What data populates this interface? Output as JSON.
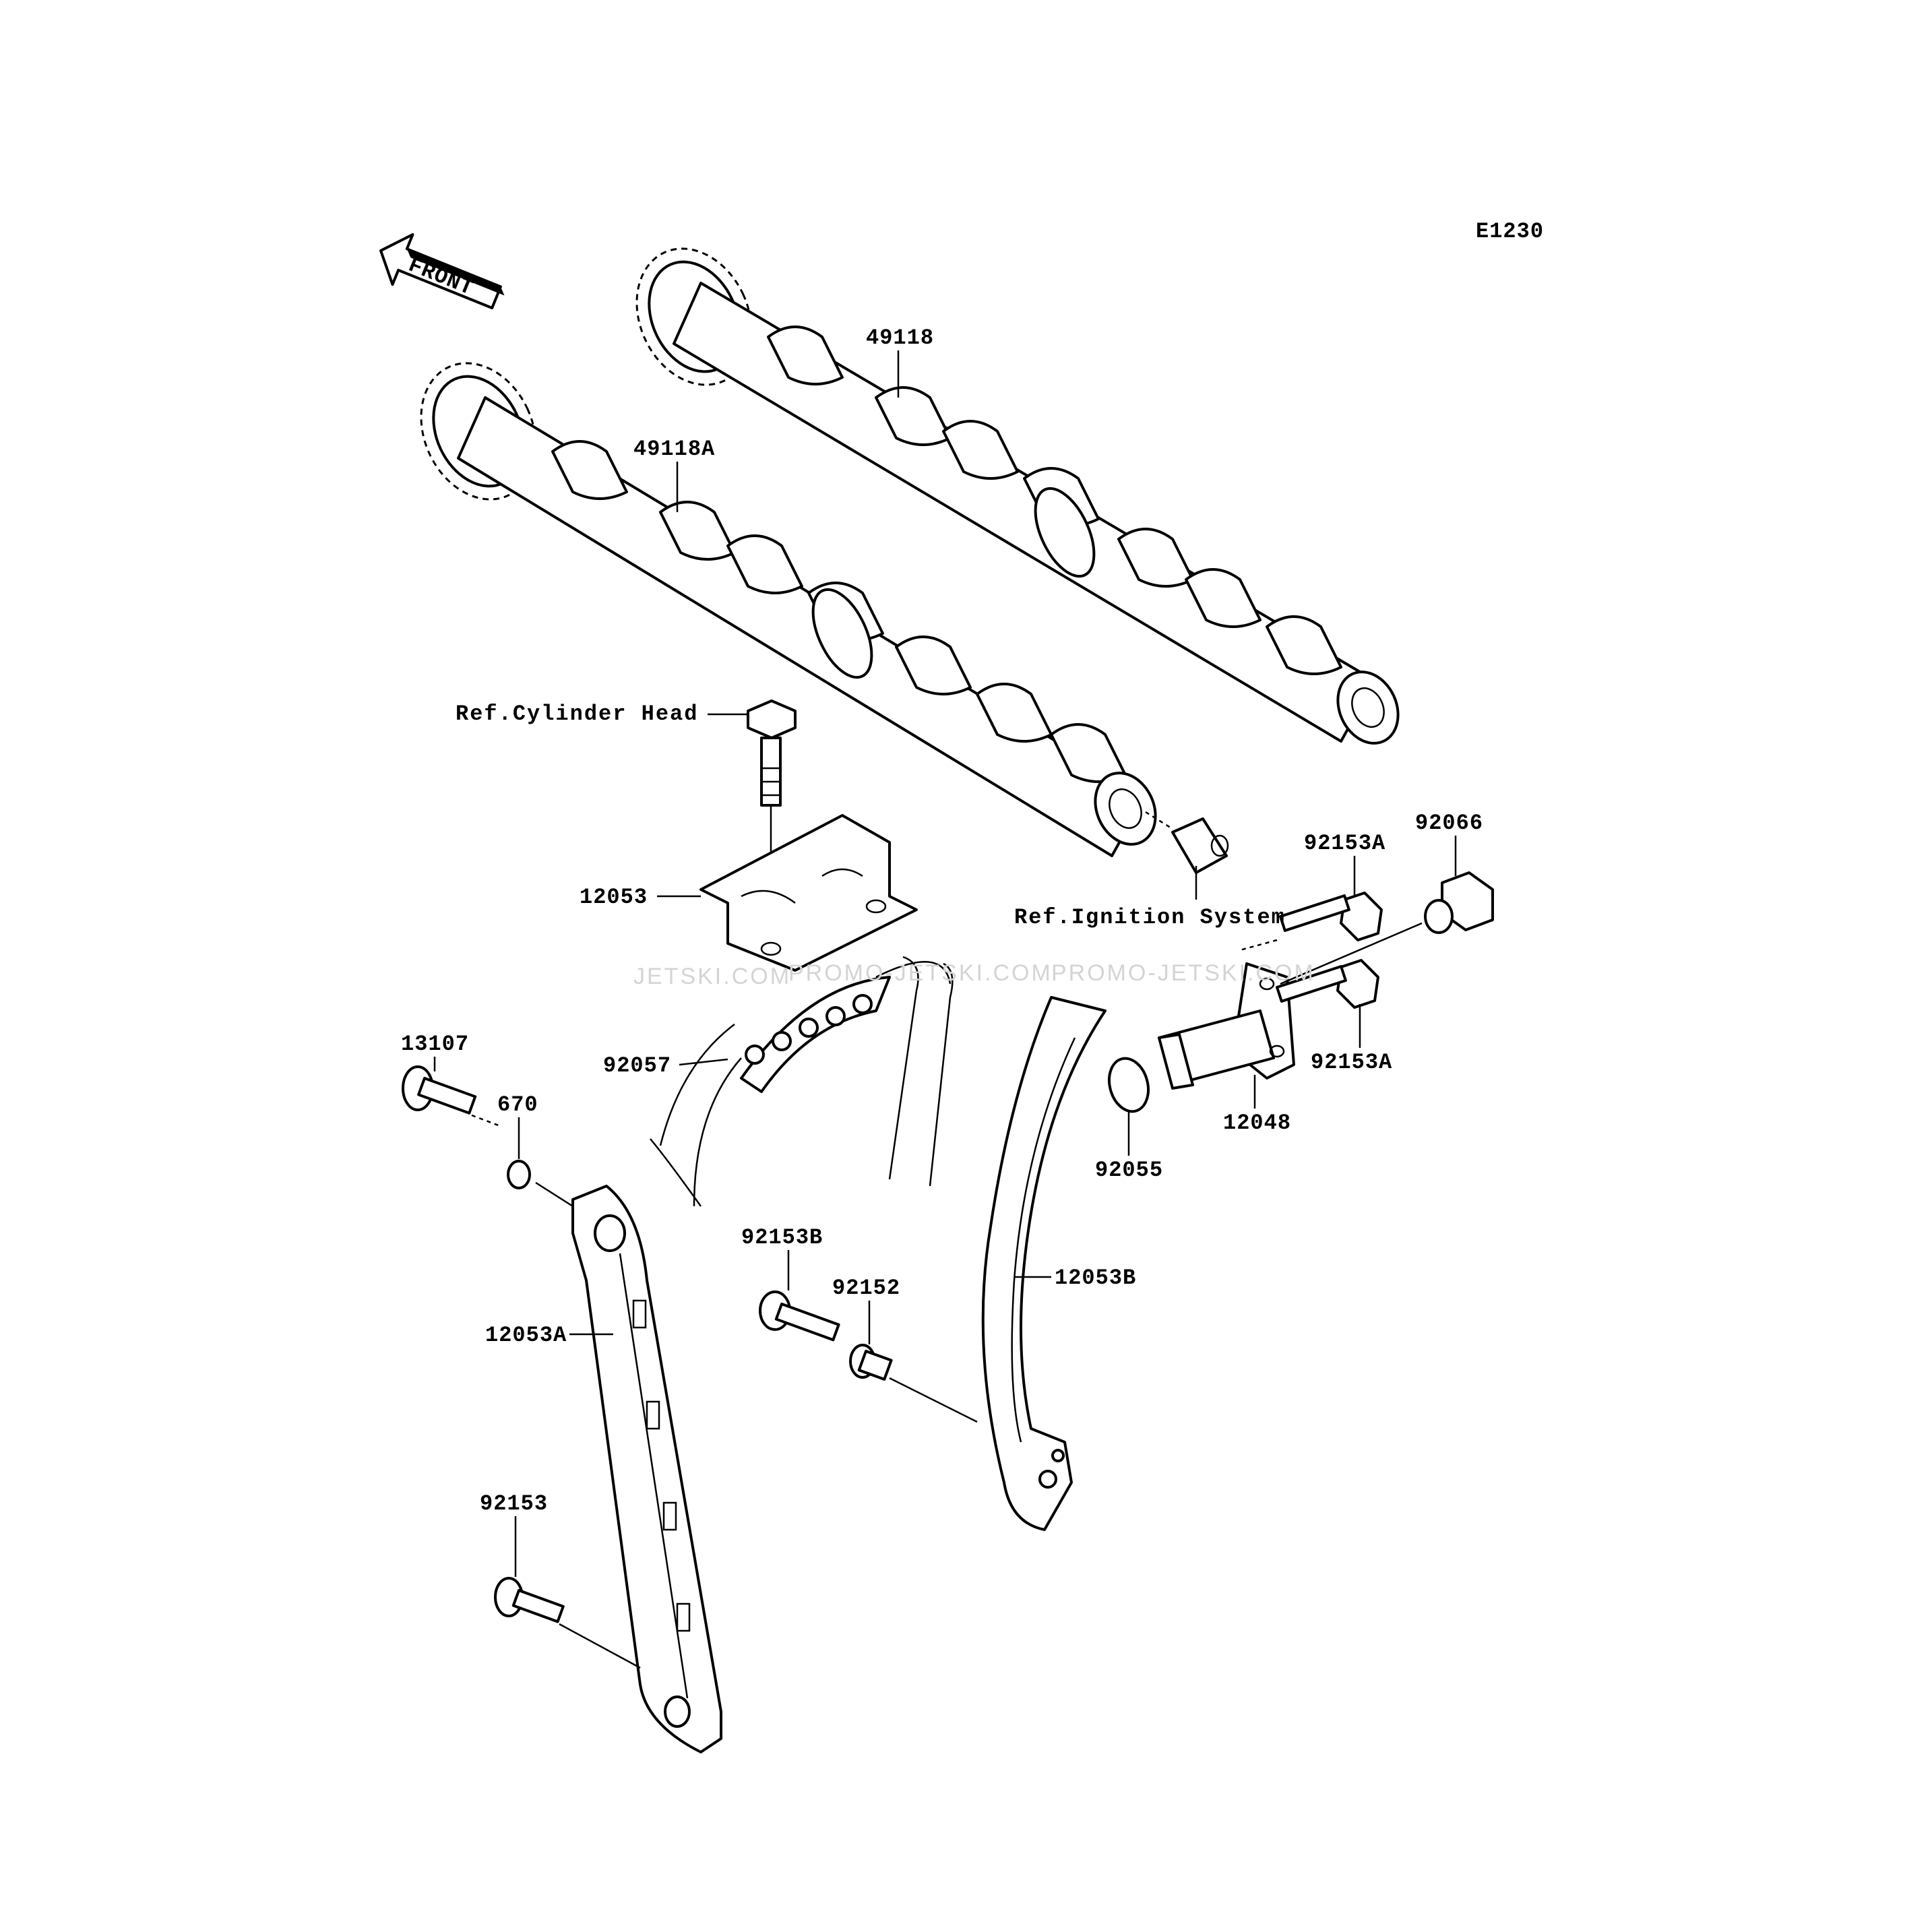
{
  "diagram_id": "E1230",
  "front_arrow_label": "FRONT",
  "references": {
    "cylinder_head": "Ref.Cylinder Head",
    "ignition_system": "Ref.Ignition System"
  },
  "watermarks": [
    "JETSKI.COM",
    "PROMO-JETSKI.COM",
    "PROMO-JETSKI.COM"
  ],
  "parts": {
    "p49118": "49118",
    "p49118A": "49118A",
    "p12053": "12053",
    "p92153A_top": "92153A",
    "p92066": "92066",
    "p92153A_bottom": "92153A",
    "p12048": "12048",
    "p92055": "92055",
    "p92057": "92057",
    "p13107": "13107",
    "p670": "670",
    "p12053A": "12053A",
    "p92153B": "92153B",
    "p92152": "92152",
    "p12053B": "12053B",
    "p92153": "92153"
  }
}
